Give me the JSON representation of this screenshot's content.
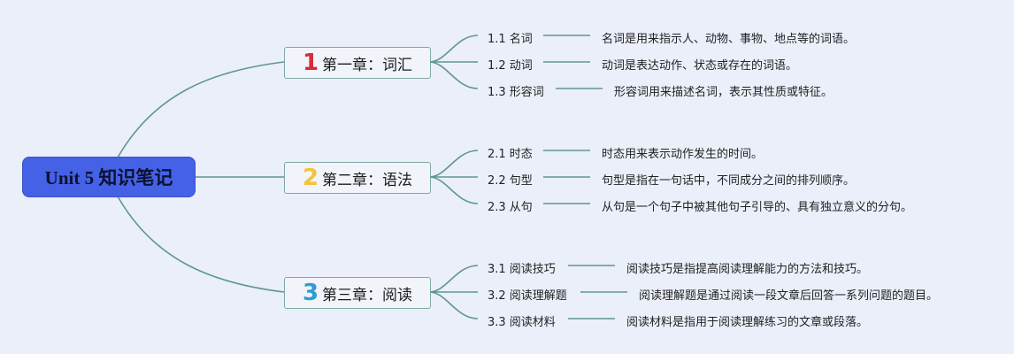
{
  "root": {
    "label": "Unit 5 知识笔记"
  },
  "chapters": [
    {
      "num": "1",
      "num_color": "#d92b3a",
      "label": "第一章：词汇",
      "items": [
        {
          "title": "1.1 名词",
          "desc": "名词是用来指示人、动物、事物、地点等的词语。"
        },
        {
          "title": "1.2 动词",
          "desc": "动词是表达动作、状态或存在的词语。"
        },
        {
          "title": "1.3 形容词",
          "desc": "形容词用来描述名词，表示其性质或特征。"
        }
      ]
    },
    {
      "num": "2",
      "num_color": "#f2c43c",
      "label": "第二章：语法",
      "items": [
        {
          "title": "2.1 时态",
          "desc": "时态用来表示动作发生的时间。"
        },
        {
          "title": "2.2 句型",
          "desc": "句型是指在一句话中，不同成分之间的排列顺序。"
        },
        {
          "title": "2.3 从句",
          "desc": "从句是一个句子中被其他句子引导的、具有独立意义的分句。"
        }
      ]
    },
    {
      "num": "3",
      "num_color": "#2e9bd8",
      "label": "第三章：阅读",
      "items": [
        {
          "title": "3.1 阅读技巧",
          "desc": "阅读技巧是指提高阅读理解能力的方法和技巧。"
        },
        {
          "title": "3.2 阅读理解题",
          "desc": "阅读理解题是通过阅读一段文章后回答一系列问题的题目。"
        },
        {
          "title": "3.3 阅读材料",
          "desc": "阅读材料是指用于阅读理解练习的文章或段落。"
        }
      ]
    }
  ],
  "colors": {
    "line": "#5f9790",
    "root_bg": "#4561e6"
  }
}
